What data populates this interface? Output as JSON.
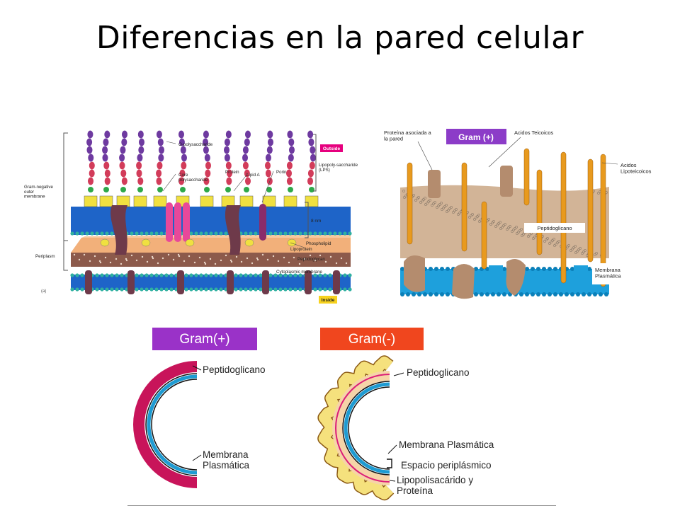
{
  "title": "Diferencias en la pared celular",
  "gram_negative_detail": {
    "labels": {
      "o_polysaccharide": "O-polysaccharide",
      "core_polysaccharide": "Core polysaccharide",
      "protein": "Protein",
      "lipid_a": "Lipid A",
      "porin": "Porin",
      "outside": "Outside",
      "lps": "Lipopoly-saccharide (LPS)",
      "outer_membrane": "Gram-negative outer membrane",
      "thickness": "8 nm",
      "phospholipid": "Phospholipid",
      "lipoprotein": "Lipoprotein",
      "periplasm": "Periplasm",
      "peptidoglycan": "Peptidoglycan",
      "cytoplasmic_membrane": "Cytoplasmic membrane",
      "inside": "Inside",
      "panel_letter": "(a)"
    },
    "colors": {
      "outside_badge": "#e6007e",
      "inside_badge": "#f7d21e",
      "membrane_blue": "#1e64c8",
      "periplasm": "#f2b07a",
      "peptidoglycan": "#8c5a4b",
      "protein": "#6e3a4a",
      "porin": "#e8489a"
    }
  },
  "gram_positive_detail": {
    "labels": {
      "header": "Gram (+)",
      "associated_protein": "Proteína asociada a la pared",
      "teichoic": "Acidos Teicoicos",
      "lipoteichoic": "Acidos Lipoteicoicos",
      "peptidoglycan": "Peptidoglicano",
      "plasma_membrane": "Membrana Plasmática"
    },
    "colors": {
      "header_bg": "#8c3cc8",
      "wall": "#d2b497",
      "rods": "#e89a1e",
      "proteins": "#b48c6e",
      "membrane": "#1ea0dc"
    }
  },
  "comparison": {
    "gram_pos": {
      "header": "Gram(+)",
      "peptidoglycan": "Peptidoglicano",
      "membrane": "Membrana Plasmática"
    },
    "gram_neg": {
      "header": "Gram(-)",
      "peptidoglycan": "Peptidoglicano",
      "membrane": "Membrana Plasmática",
      "periplasmic_space": "Espacio periplásmico",
      "lps_protein": "Lipopolisacárido y Proteína"
    },
    "colors": {
      "gram_pos_header": "#9a32c8",
      "gram_neg_header": "#f0461e",
      "gram_pos_wall": "#c8145a",
      "membrane": "#1e9bd2",
      "gram_neg_outer": "#f5e17d",
      "gram_neg_inner_line": "#dc1e78"
    }
  }
}
